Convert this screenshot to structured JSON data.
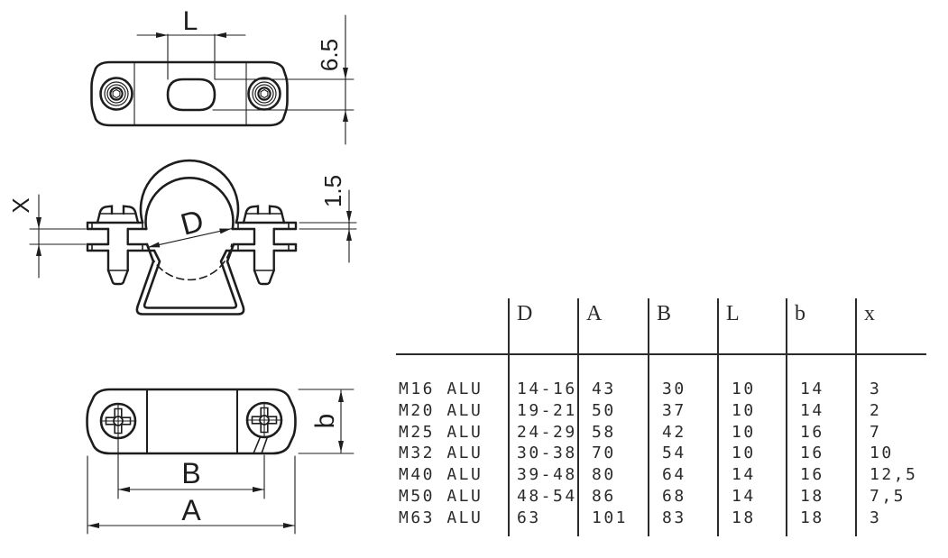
{
  "colors": {
    "ink": "#1d1d1d",
    "background": "#ffffff"
  },
  "drawing": {
    "top_view": {
      "slot_length_label": "L",
      "slot_height_label": "6.5"
    },
    "front_view": {
      "gap_label": "X",
      "diameter_label": "D",
      "thickness_label": "1.5"
    },
    "bottom_view": {
      "hole_spacing_label": "B",
      "overall_length_label": "A",
      "width_label": "b"
    }
  },
  "table": {
    "columns": [
      "D",
      "A",
      "B",
      "L",
      "b",
      "x"
    ],
    "rows": [
      {
        "label": "M16 ALU",
        "values": [
          "14-16",
          "43",
          "30",
          "10",
          "14",
          "3"
        ]
      },
      {
        "label": "M20 ALU",
        "values": [
          "19-21",
          "50",
          "37",
          "10",
          "14",
          "2"
        ]
      },
      {
        "label": "M25 ALU",
        "values": [
          "24-29",
          "58",
          "42",
          "10",
          "16",
          "7"
        ]
      },
      {
        "label": "M32 ALU",
        "values": [
          "30-38",
          "70",
          "54",
          "10",
          "16",
          "10"
        ]
      },
      {
        "label": "M40 ALU",
        "values": [
          "39-48",
          "80",
          "64",
          "14",
          "16",
          "12,5"
        ]
      },
      {
        "label": "M50 ALU",
        "values": [
          "48-54",
          "86",
          "68",
          "14",
          "18",
          "7,5"
        ]
      },
      {
        "label": "M63 ALU",
        "values": [
          "63",
          "101",
          "83",
          "18",
          "18",
          "3"
        ]
      }
    ]
  }
}
